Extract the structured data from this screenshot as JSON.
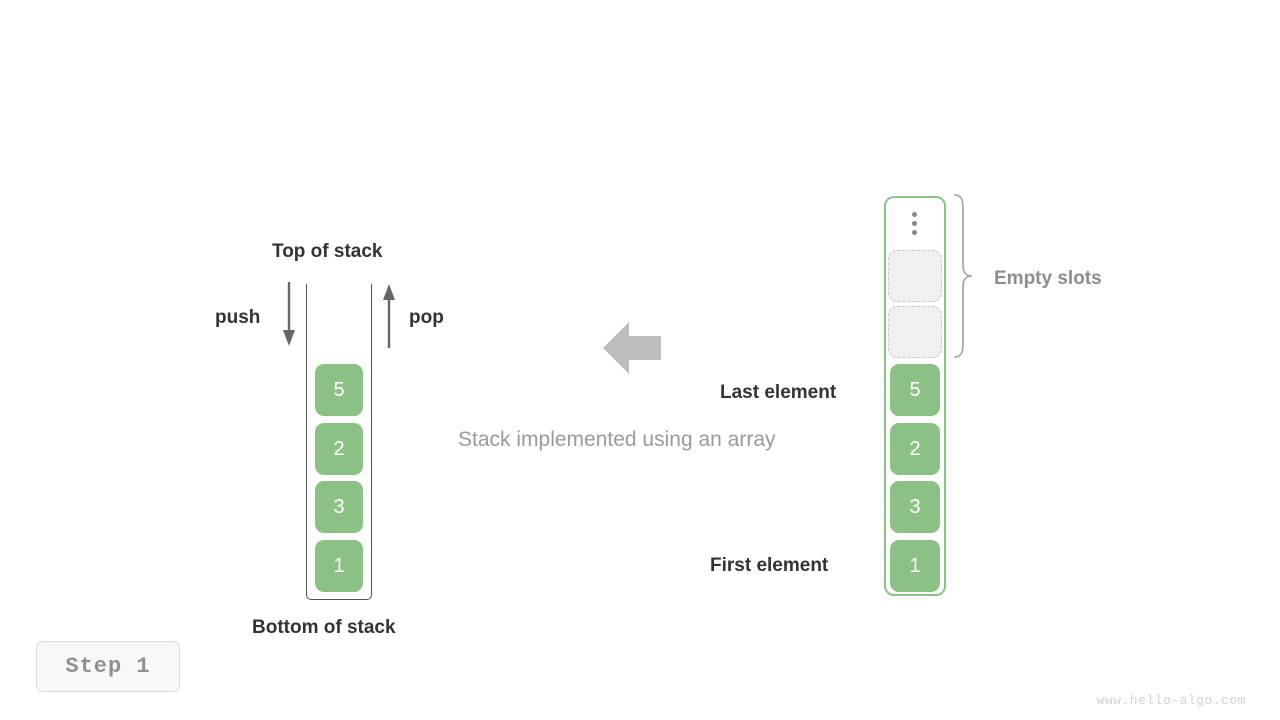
{
  "diagram": {
    "caption": "Stack implemented using an array",
    "watermark": "www.hello-algo.com",
    "step_badge": "Step 1",
    "accent_green": "#8cc185",
    "empty_slot_fill": "#f0f0f0",
    "empty_slot_border": "#c9c9c9",
    "label_dark": "#333333",
    "label_gray": "#8d8d8d",
    "stack_outline": "#555555"
  },
  "stack_view": {
    "top_label": "Top of stack",
    "bottom_label": "Bottom of stack",
    "push_label": "push",
    "pop_label": "pop",
    "cells": [
      {
        "value": "5"
      },
      {
        "value": "2"
      },
      {
        "value": "3"
      },
      {
        "value": "1"
      }
    ]
  },
  "array_view": {
    "empty_slots_label": "Empty slots",
    "last_element_label": "Last element",
    "first_element_label": "First element",
    "ellipsis": "vertical-ellipsis",
    "empty_slot_count": 2,
    "cells": [
      {
        "value": "5"
      },
      {
        "value": "2"
      },
      {
        "value": "3"
      },
      {
        "value": "1"
      }
    ]
  }
}
